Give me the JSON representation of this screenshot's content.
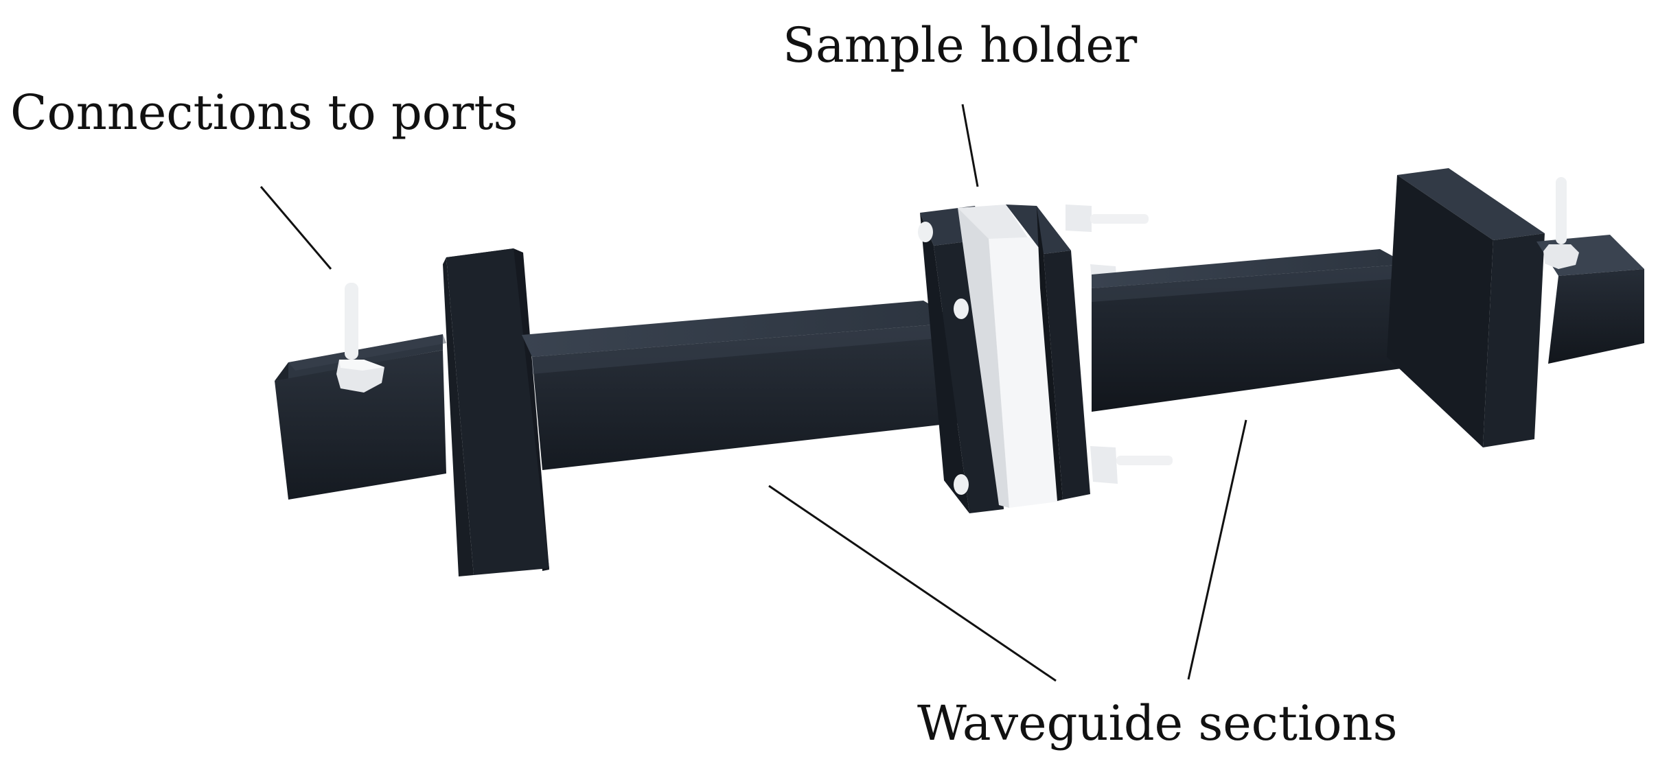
{
  "labels": {
    "connections": "Connections to ports",
    "sample_holder": "Sample holder",
    "waveguide": "Waveguide sections"
  },
  "colors": {
    "body_dark": "#1b2028",
    "body_mid": "#262d37",
    "body_light": "#323a46",
    "connector_white": "#f2f3f5",
    "sample_white": "#f5f6f8",
    "line": "#111111"
  },
  "components": {
    "port_connectors": 2,
    "waveguide_sections": 2,
    "flanges": 2,
    "holder_screws": 3
  }
}
